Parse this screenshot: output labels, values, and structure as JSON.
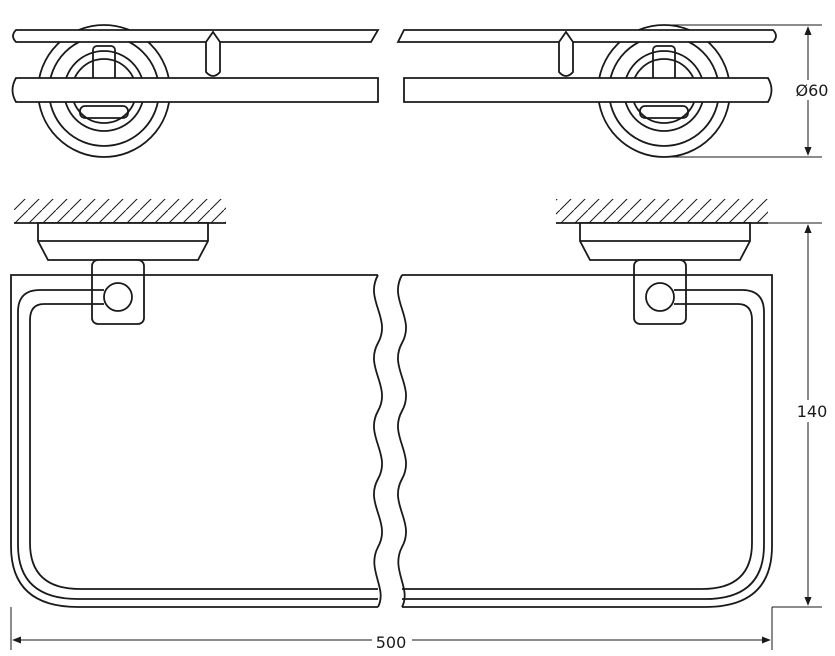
{
  "drawing": {
    "stroke_color": "#1a1a1a",
    "background": "#ffffff"
  },
  "dimensions": {
    "diameter": "Ø60",
    "depth": "140",
    "width": "500"
  }
}
